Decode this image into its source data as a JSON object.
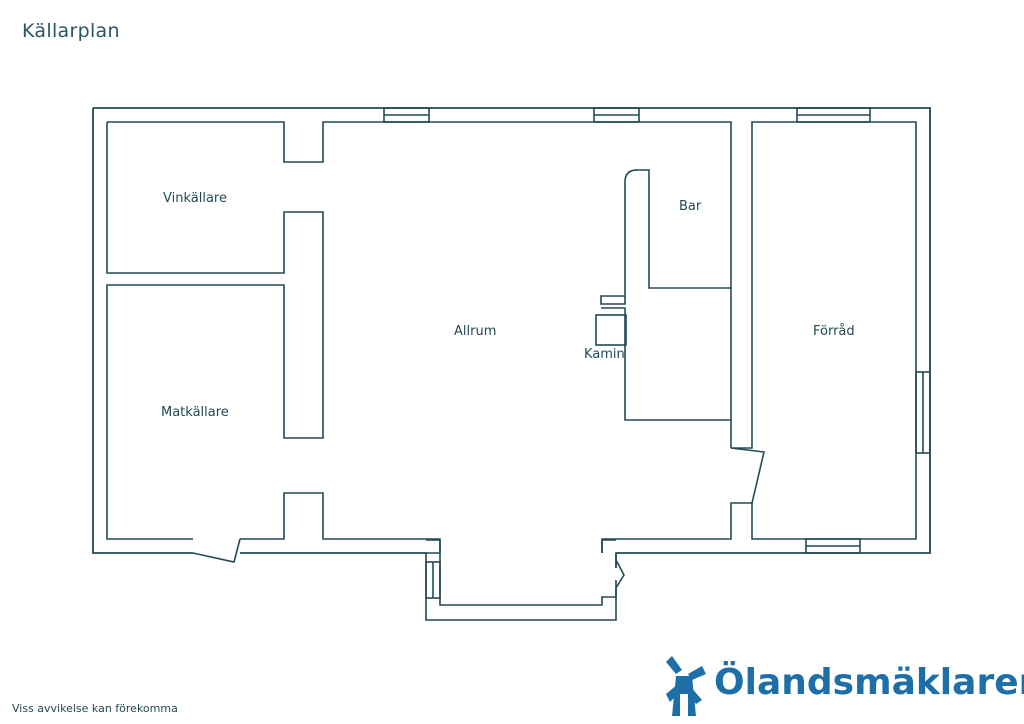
{
  "title": "Källarplan",
  "rooms": {
    "vinkallare": "Vinkällare",
    "matkallare": "Matkällare",
    "allrum": "Allrum",
    "bar": "Bar",
    "kamin": "Kamin",
    "forrad": "Förråd"
  },
  "disclaimer": "Viss avvikelse kan förekomma",
  "brand": {
    "name": "Ölandsmäklaren",
    "color": "#1e6fa7"
  },
  "colors": {
    "wall": "#234a55"
  }
}
